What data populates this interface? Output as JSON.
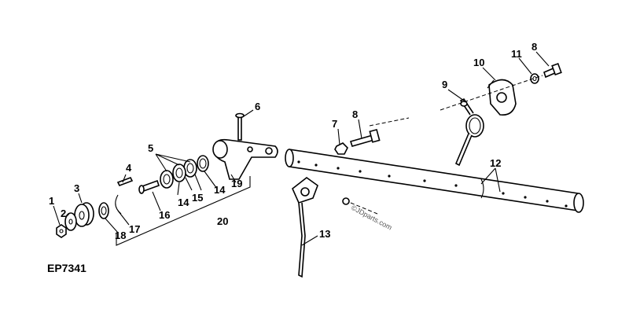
{
  "figure": {
    "code": "EP7341",
    "watermark": "©JDparts.com"
  },
  "callouts": [
    {
      "id": "c1",
      "label": "1"
    },
    {
      "id": "c2",
      "label": "2"
    },
    {
      "id": "c3",
      "label": "3"
    },
    {
      "id": "c4",
      "label": "4"
    },
    {
      "id": "c5",
      "label": "5"
    },
    {
      "id": "c6",
      "label": "6"
    },
    {
      "id": "c7",
      "label": "7"
    },
    {
      "id": "c8a",
      "label": "8"
    },
    {
      "id": "c8b",
      "label": "8"
    },
    {
      "id": "c9",
      "label": "9"
    },
    {
      "id": "c10",
      "label": "10"
    },
    {
      "id": "c11",
      "label": "11"
    },
    {
      "id": "c12",
      "label": "12"
    },
    {
      "id": "c13",
      "label": "13"
    },
    {
      "id": "c14a",
      "label": "14"
    },
    {
      "id": "c14b",
      "label": "14"
    },
    {
      "id": "c15",
      "label": "15"
    },
    {
      "id": "c16",
      "label": "16"
    },
    {
      "id": "c17",
      "label": "17"
    },
    {
      "id": "c18",
      "label": "18"
    },
    {
      "id": "c19",
      "label": "19"
    },
    {
      "id": "c20",
      "label": "20"
    }
  ]
}
